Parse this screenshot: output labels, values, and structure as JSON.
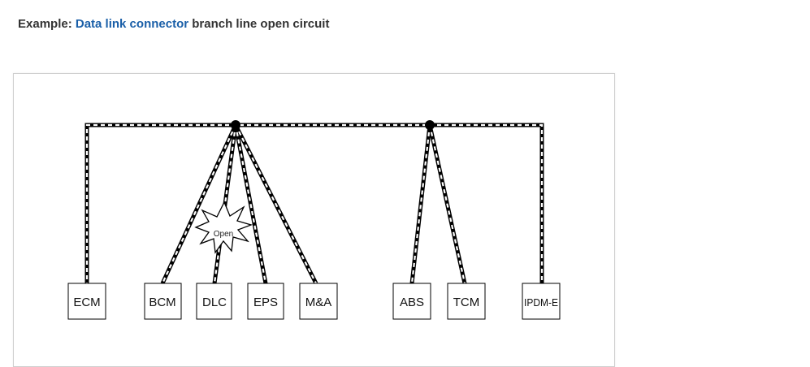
{
  "caption": {
    "prefix": "Example: ",
    "link": "Data link connector",
    "suffix": " branch line open circuit"
  },
  "diagram": {
    "nodes": [
      "ECM",
      "BCM",
      "DLC",
      "EPS",
      "M&A",
      "ABS",
      "TCM",
      "IPDM-E"
    ],
    "fault_label": "Open",
    "colors": {
      "line": "#000000",
      "link_text": "#1a5fa8",
      "caption_text": "#333333"
    }
  }
}
